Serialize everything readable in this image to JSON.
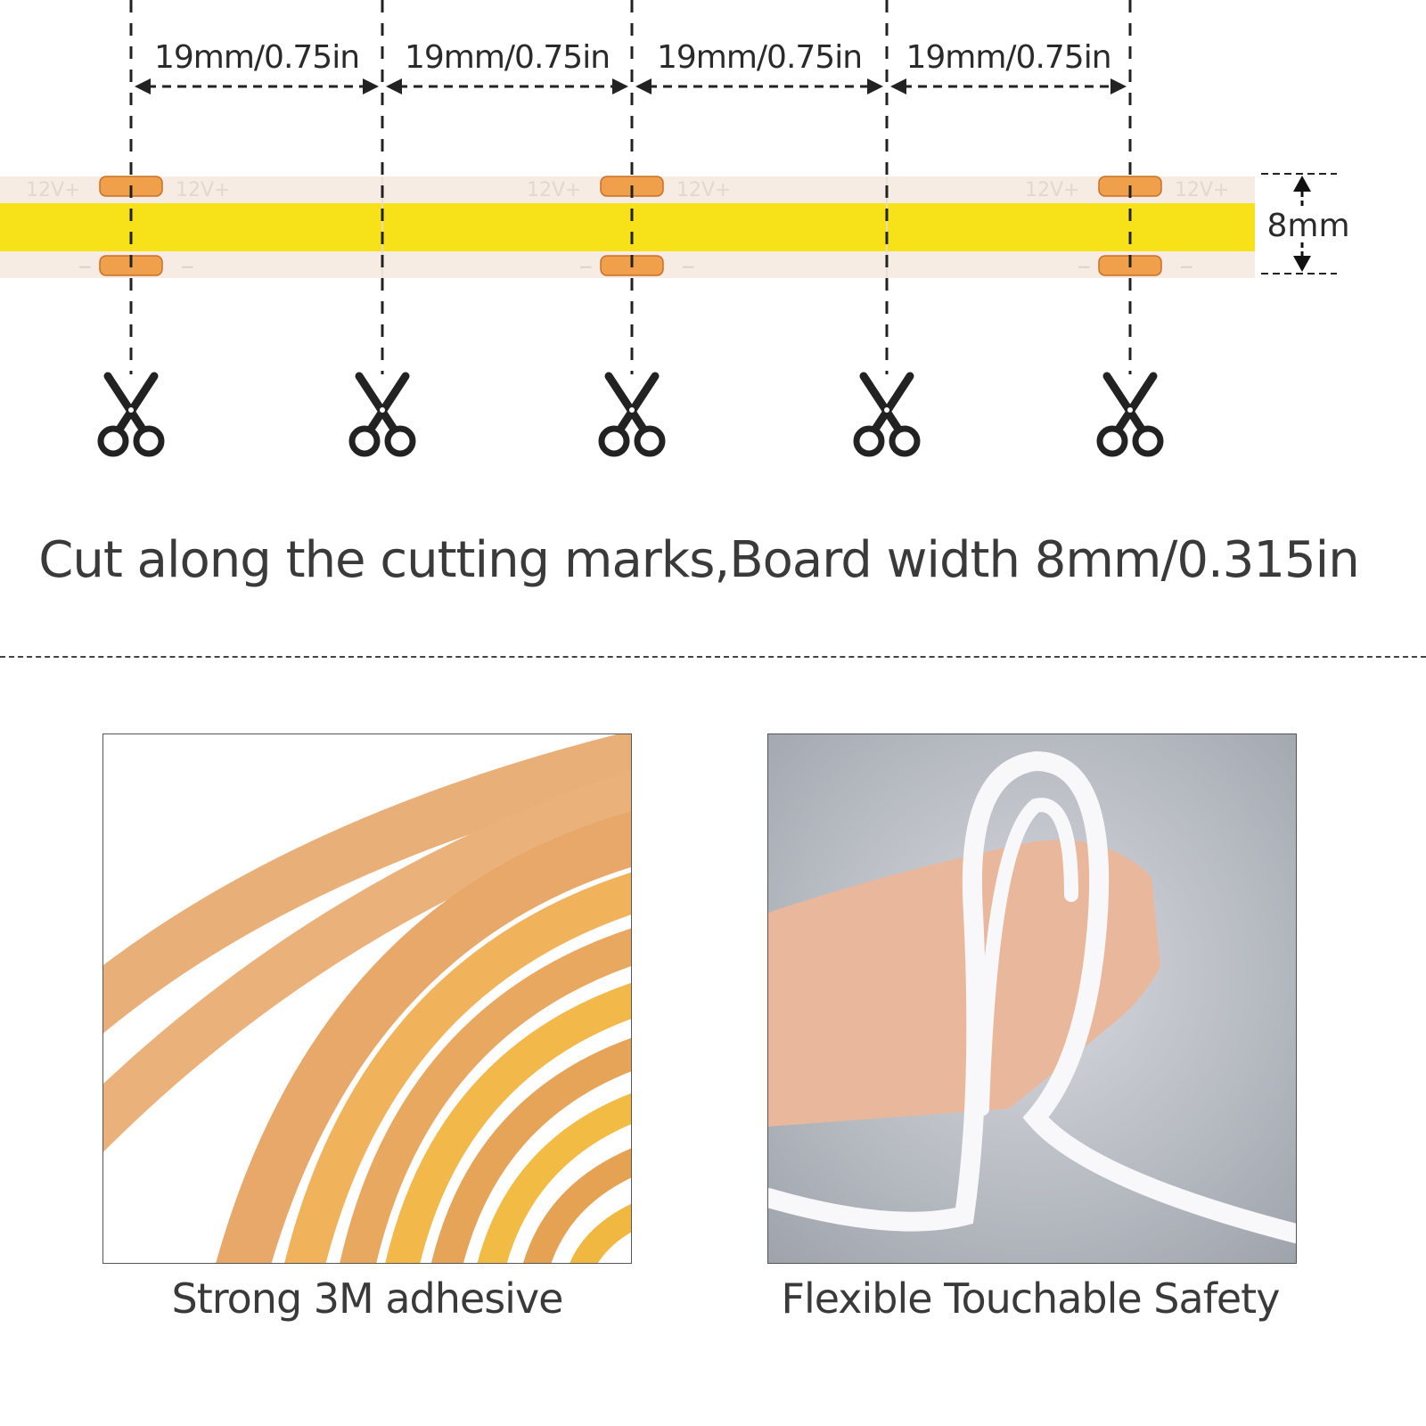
{
  "dimensions": {
    "segment_labels": [
      "19mm/0.75in",
      "19mm/0.75in",
      "19mm/0.75in",
      "19mm/0.75in"
    ],
    "width_label": "8mm"
  },
  "strip": {
    "plus_label": "12V+",
    "minus_label": "−",
    "led_color": "#f7e21a",
    "pad_color": "#f0a04a",
    "pcb_color": "#f6ece4"
  },
  "icons": {
    "cut_mark": "scissors-icon"
  },
  "headline": "Cut along the cutting marks,Board width 8mm/0.315in",
  "features": [
    {
      "caption": "Strong 3M adhesive"
    },
    {
      "caption": "Flexible Touchable Safety"
    }
  ]
}
